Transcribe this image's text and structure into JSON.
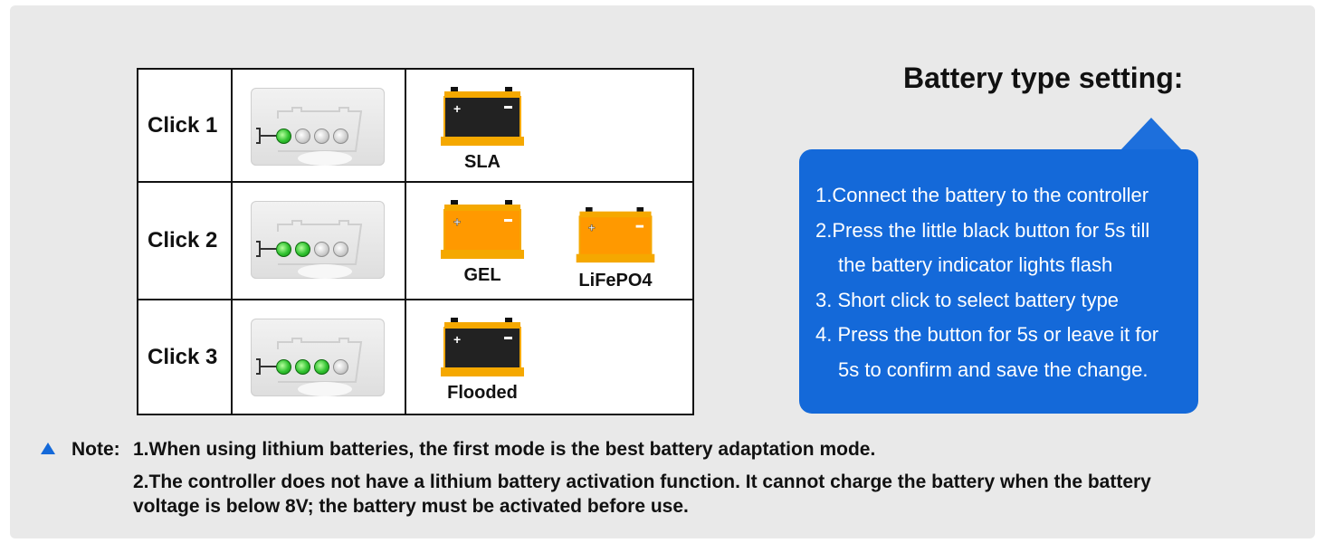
{
  "rows": [
    {
      "click": "Click 1",
      "leds_on": 1,
      "batteries": [
        {
          "type": "SLA",
          "color": "black"
        }
      ]
    },
    {
      "click": "Click 2",
      "leds_on": 2,
      "batteries": [
        {
          "type": "GEL",
          "color": "orange"
        },
        {
          "type": "LiFePO4",
          "color": "orange"
        }
      ]
    },
    {
      "click": "Click 3",
      "leds_on": 3,
      "batteries": [
        {
          "type": "Flooded",
          "color": "black"
        }
      ]
    }
  ],
  "setting": {
    "title": "Battery type setting:",
    "steps": [
      "1.Connect the battery to the controller",
      "2.Press the little black button for 5s till",
      "the battery indicator lights flash",
      "3. Short click to select battery type",
      "4. Press the button for 5s or leave it for",
      "5s to confirm and save the change."
    ]
  },
  "note": {
    "label": "Note:",
    "line1": "1.When using lithium batteries, the first mode is the best battery adaptation mode.",
    "line2": "2.The controller does not have a lithium battery activation function. It cannot charge the battery when the battery",
    "line3": "voltage is below 8V; the battery must be activated before use."
  },
  "colors": {
    "accent": "#1469d9",
    "battery_orange": "#ff9900",
    "battery_black": "#222222",
    "led_green": "#2fc12f"
  },
  "icons": [
    "battery-icon",
    "led-indicator-icon",
    "plug-icon",
    "triangle-icon"
  ]
}
